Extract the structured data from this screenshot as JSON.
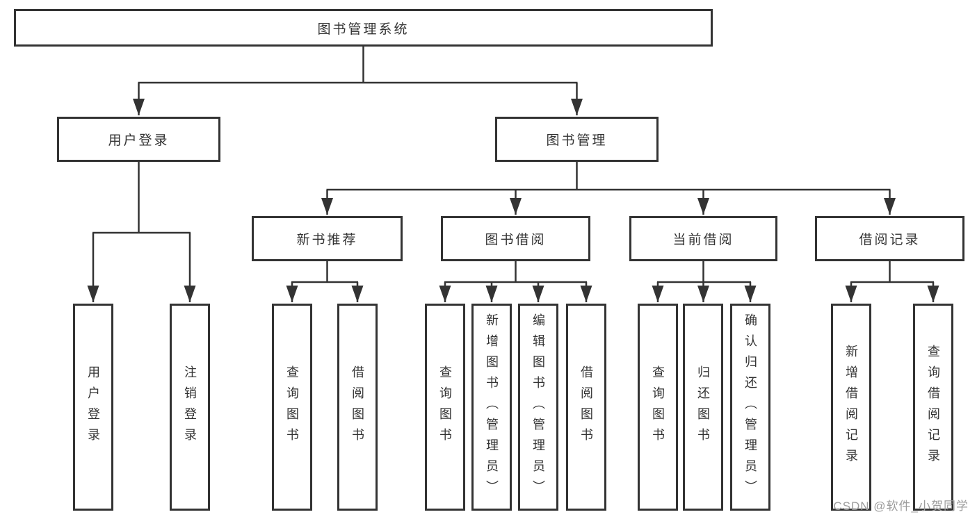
{
  "colors": {
    "background": "#ffffff",
    "line": "#333333",
    "box_border": "#333333",
    "text": "#333333",
    "watermark": "#9c9c9c"
  },
  "watermark": "CSDN @软件_小贺同学",
  "tree": {
    "root": {
      "label": "图书管理系统",
      "children": [
        {
          "label": "用户登录",
          "children": [
            {
              "label": "用户登录"
            },
            {
              "label": "注销登录"
            }
          ]
        },
        {
          "label": "图书管理",
          "children": [
            {
              "label": "新书推荐",
              "children": [
                {
                  "label": "查询图书"
                },
                {
                  "label": "借阅图书"
                }
              ]
            },
            {
              "label": "图书借阅",
              "children": [
                {
                  "label": "查询图书"
                },
                {
                  "label": "新增图书（管理员）"
                },
                {
                  "label": "编辑图书（管理员）"
                },
                {
                  "label": "借阅图书"
                }
              ]
            },
            {
              "label": "当前借阅",
              "children": [
                {
                  "label": "查询图书"
                },
                {
                  "label": "归还图书"
                },
                {
                  "label": "确认归还（管理员）"
                }
              ]
            },
            {
              "label": "借阅记录",
              "children": [
                {
                  "label": "新增借阅记录"
                },
                {
                  "label": "查询借阅记录"
                }
              ]
            }
          ]
        }
      ]
    }
  }
}
